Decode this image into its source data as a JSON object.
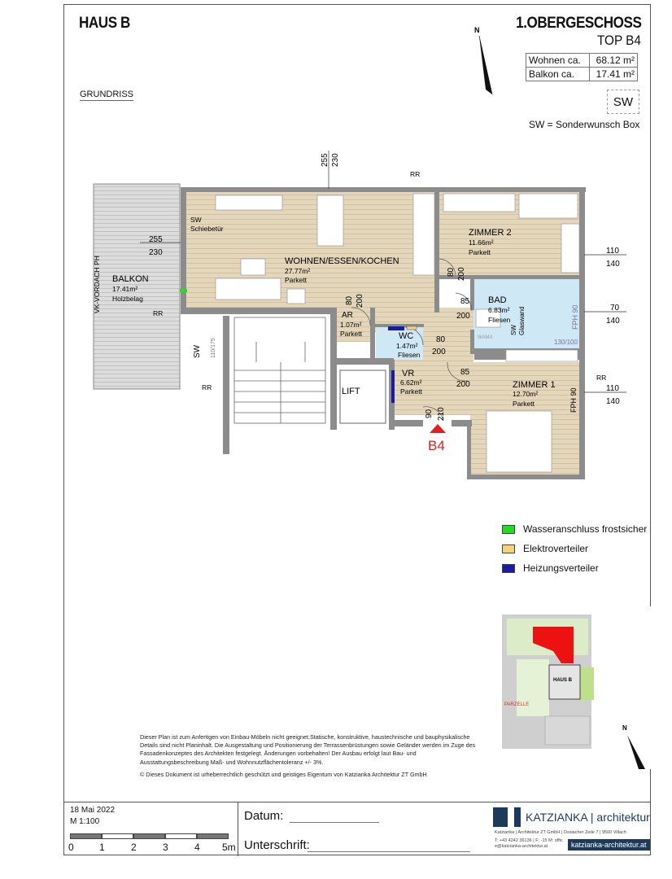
{
  "header": {
    "building": "HAUS B",
    "floor": "1.OBERGESCHOSS",
    "unit": "TOP B4",
    "plan_type": "GRUNDRISS",
    "areas": [
      {
        "label": "Wohnen ca.",
        "value": "68.12 m²"
      },
      {
        "label": "Balkon ca.",
        "value": "17.41 m²"
      }
    ],
    "sw_box": "SW",
    "sw_note": "SW = Sonderwunsch  Box",
    "north": "N"
  },
  "plan": {
    "rooms": {
      "wohnen": {
        "name": "WOHNEN/ESSEN/KOCHEN",
        "area": "27.77m²",
        "floor": "Parkett"
      },
      "zimmer2": {
        "name": "ZIMMER 2",
        "area": "11.66m²",
        "floor": "Parkett"
      },
      "bad": {
        "name": "BAD",
        "area": "6.83m²",
        "floor": "Fliesen"
      },
      "ar": {
        "name": "AR",
        "area": "1.07m²",
        "floor": "Parkett"
      },
      "wc": {
        "name": "WC",
        "area": "1.47m²",
        "floor": "Fliesen"
      },
      "vr": {
        "name": "VR",
        "area": "6.62m²",
        "floor": "Parkett"
      },
      "zimmer1": {
        "name": "ZIMMER 1",
        "area": "12.70m²",
        "floor": "Parkett"
      },
      "balkon": {
        "name": "BALKON",
        "area": "17.41m²",
        "floor": "Holzbelag"
      },
      "lift": {
        "name": "LIFT"
      }
    },
    "labels": {
      "sw_schiebetuer_1": "SW",
      "sw_schiebetuer_2": "Schiebetür",
      "vk_vordach": "VK-VORDACH PH",
      "sw_balkon": "SW",
      "sw_balkon_dim": "110/175",
      "rr": "RR",
      "wama": "WAMA",
      "sw_glaswand_1": "SW",
      "sw_glaswand_2": "Glaswand",
      "shower": "130/100",
      "fph_bad": "FPH 90",
      "fph_z1": "FPH 90",
      "entry": "B4"
    },
    "dims": {
      "top_a": "255",
      "top_b": "230",
      "balkon_a": "255",
      "balkon_b": "230",
      "z2_win_a": "110",
      "z2_win_b": "140",
      "bad_win_a": "70",
      "bad_win_b": "140",
      "z1_win_a": "110",
      "z1_win_b": "140",
      "z2_door_a": "80",
      "z2_door_b": "200",
      "ar_door_a": "80",
      "ar_door_b": "200",
      "bad_door_a": "85",
      "bad_door_b": "200",
      "wc_door_a": "80",
      "wc_door_b": "200",
      "z1_door_a": "85",
      "z1_door_b": "200",
      "entry_door_a": "90",
      "entry_door_b": "210"
    }
  },
  "legend": [
    {
      "label": "Wasseranschluss frostsicher",
      "color": "#22dd22"
    },
    {
      "label": "Elektroverteiler",
      "color": "#f3d27a"
    },
    {
      "label": "Heizungsverteiler",
      "color": "#1a1aa8"
    }
  ],
  "site_map": {
    "building_label": "HAUS B",
    "parcel": "PARZELLE",
    "north": "N"
  },
  "disclaimer": "Dieser Plan ist zum Anfertigen von Einbau-Möbeln nicht geeignet.Statische, konstruktive, haustechnische und bauphysikalische Details sind nicht Planinhalt. Die Ausgestaltung und Positionierung der Terrassenbrüstungen sowie Geländer werden im Zuge des Fassadenkonzeptes des Architekten festgelegt. Änderungen vorbehalten! Der Ausbau erfolgt laut Bau- und Ausstattungsbeschreibung Maß- und Wohnnutzflächentoleranz +/- 3%.",
  "copyright": "© Dieses Dokument ist urheberrechtlich geschützt und geistiges Eigentum von Katzianka Architektur ZT GmbH",
  "footer": {
    "date": "18 Mai 2022",
    "scale": "M 1:100",
    "scale_ticks": [
      "0",
      "1",
      "2",
      "3",
      "4",
      "5m"
    ],
    "datum_label": "Datum:",
    "signature_label": "Unterschrift:",
    "company": "KATZIANKA",
    "company_suffix": "architektur",
    "address": "Katzianka | Architektur ZT GmbH | Ossiacher Zeile 7 | 9500 Villach",
    "contact": "T: +43 4242 36136 | F: -15  M: office@katzianka-architektur.at",
    "website": "katzianka-architektur.at",
    "brand_color": "#1d3a5c"
  }
}
